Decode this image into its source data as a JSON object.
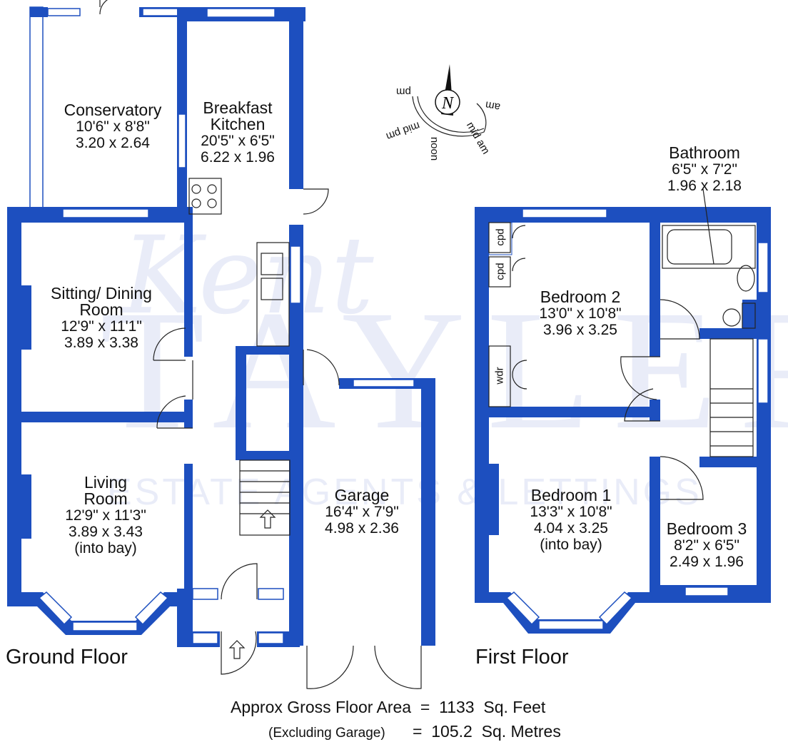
{
  "ground_floor": {
    "title": "Ground Floor",
    "rooms": [
      {
        "name": "Conservatory",
        "imperial": "10'6\" x 8'8\"",
        "metric": "3.20 x 2.64"
      },
      {
        "name": "Breakfast Kitchen",
        "imperial": "20'5\" x 6'5\"",
        "metric": "6.22 x 1.96"
      },
      {
        "name": "Sitting/ Dining Room",
        "imperial": "12'9\" x 11'1\"",
        "metric": "3.89 x 3.38"
      },
      {
        "name": "Living Room",
        "imperial": "12'9\" x 11'3\"",
        "metric": "3.89 x 3.43",
        "note": "(into bay)"
      },
      {
        "name": "Garage",
        "imperial": "16'4\" x 7'9\"",
        "metric": "4.98 x 2.36"
      }
    ]
  },
  "first_floor": {
    "title": "First Floor",
    "rooms": [
      {
        "name": "Bathroom",
        "imperial": "6'5\" x 7'2\"",
        "metric": "1.96 x 2.18"
      },
      {
        "name": "Bedroom 2",
        "imperial": "13'0\" x 10'8\"",
        "metric": "3.96 x 3.25"
      },
      {
        "name": "Bedroom 1",
        "imperial": "13'3\" x 10'8\"",
        "metric": "4.04 x 3.25",
        "note": "(into bay)"
      },
      {
        "name": "Bedroom 3",
        "imperial": "8'2\" x 6'5\"",
        "metric": "2.49 x 1.96"
      }
    ],
    "cupboards": [
      "cpd",
      "cpd",
      "wdr"
    ]
  },
  "compass": {
    "north": "N",
    "labels": [
      "pm",
      "mid pm",
      "noon",
      "mid am",
      "am"
    ]
  },
  "area": {
    "line1_label": "Approx Gross Floor Area",
    "line1_eq": "=",
    "line1_value": "1133",
    "line1_unit": "Sq. Feet",
    "line2_label": "(Excluding Garage)",
    "line2_eq": "=",
    "line2_value": "105.2",
    "line2_unit": "Sq. Metres"
  },
  "watermark": {
    "script": "Kent",
    "name": "TAYLER",
    "tagline": "ESTATE AGENTS & LETTINGS"
  },
  "colors": {
    "wall": "#1d4fbf"
  }
}
